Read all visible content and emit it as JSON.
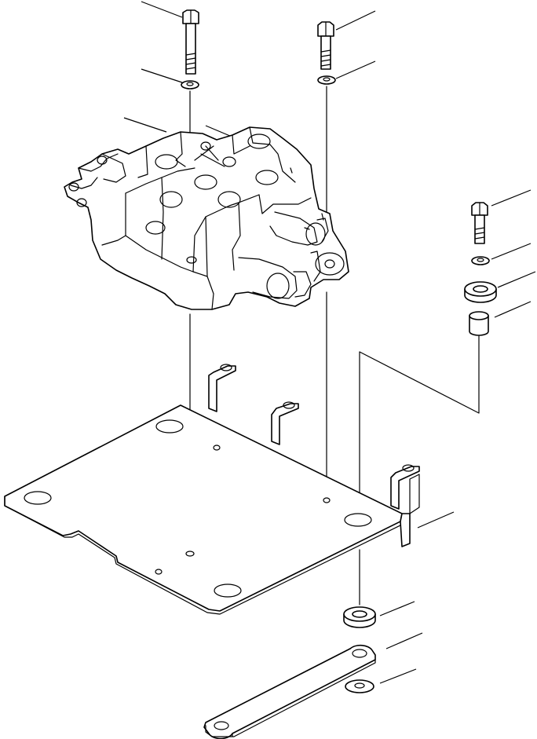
{
  "diagram": {
    "style": "exploded parts diagram, black line art on white",
    "parts": [
      {
        "name": "bolt-left"
      },
      {
        "name": "washer-left"
      },
      {
        "name": "control-valve"
      },
      {
        "name": "bolt-right"
      },
      {
        "name": "washer-right"
      },
      {
        "name": "bolt-far-right"
      },
      {
        "name": "washer-far-right"
      },
      {
        "name": "rubber-mount-upper"
      },
      {
        "name": "spacer-collar"
      },
      {
        "name": "mounting-plate"
      },
      {
        "name": "rubber-mount-lower"
      },
      {
        "name": "strap-plate"
      },
      {
        "name": "washer-bottom"
      }
    ]
  }
}
